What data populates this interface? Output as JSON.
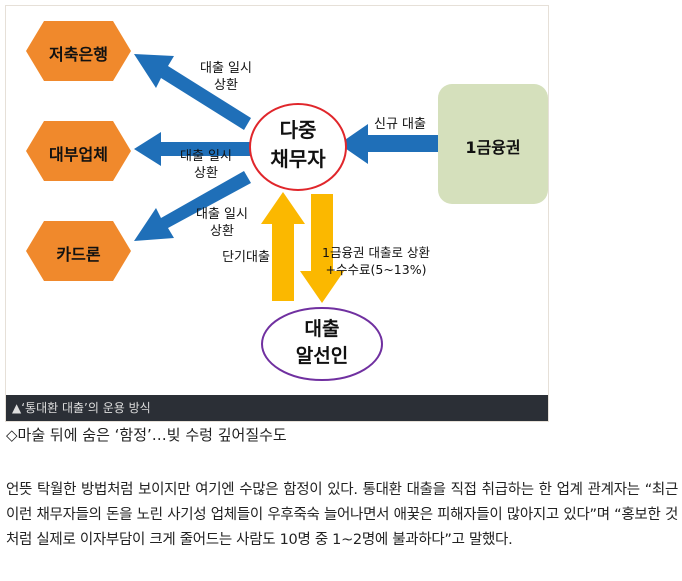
{
  "diagram": {
    "nodes": {
      "savings_bank": "저축은행",
      "loan_company": "대부업체",
      "card_loan": "카드론",
      "debtor_line1": "다중",
      "debtor_line2": "채무자",
      "first_tier": "1금융권",
      "broker_line1": "대출",
      "broker_line2": "알선인"
    },
    "edges": {
      "repay1_line1": "대출 일시",
      "repay1_line2": "상환",
      "repay2_line1": "대출 일시",
      "repay2_line2": "상환",
      "repay3_line1": "대출 일시",
      "repay3_line2": "상환",
      "new_loan": "신규 대출",
      "short_term": "단기대출",
      "refi_line1": "1금융권 대출로 상환",
      "refi_line2": "+수수료(5~13%)"
    },
    "colors": {
      "hexagon": "#f0892c",
      "blue_arrow": "#1f6fb8",
      "yellow_arrow": "#fbb800",
      "green_box": "#d5e0bc",
      "circle_red": "#e0262b",
      "ellipse_purple": "#7030a0"
    }
  },
  "caption": "▲‘통대환 대출’의 운용 방식",
  "headline": "◇마술 뒤에 숨은 ‘함정’…빚 수렁 깊어질수도",
  "body": "언뜻 탁월한 방법처럼 보이지만 여기엔 수많은 함정이 있다. 통대환 대출을 직접 취급하는 한 업계 관계자는 “최근 이런 채무자들의 돈을 노린 사기성 업체들이 우후죽숙 늘어나면서 애꿎은 피해자들이 많아지고 있다”며 “홍보한 것처럼 실제로 이자부담이 크게 줄어드는 사람도 10명 중 1~2명에 불과하다”고 말했다."
}
